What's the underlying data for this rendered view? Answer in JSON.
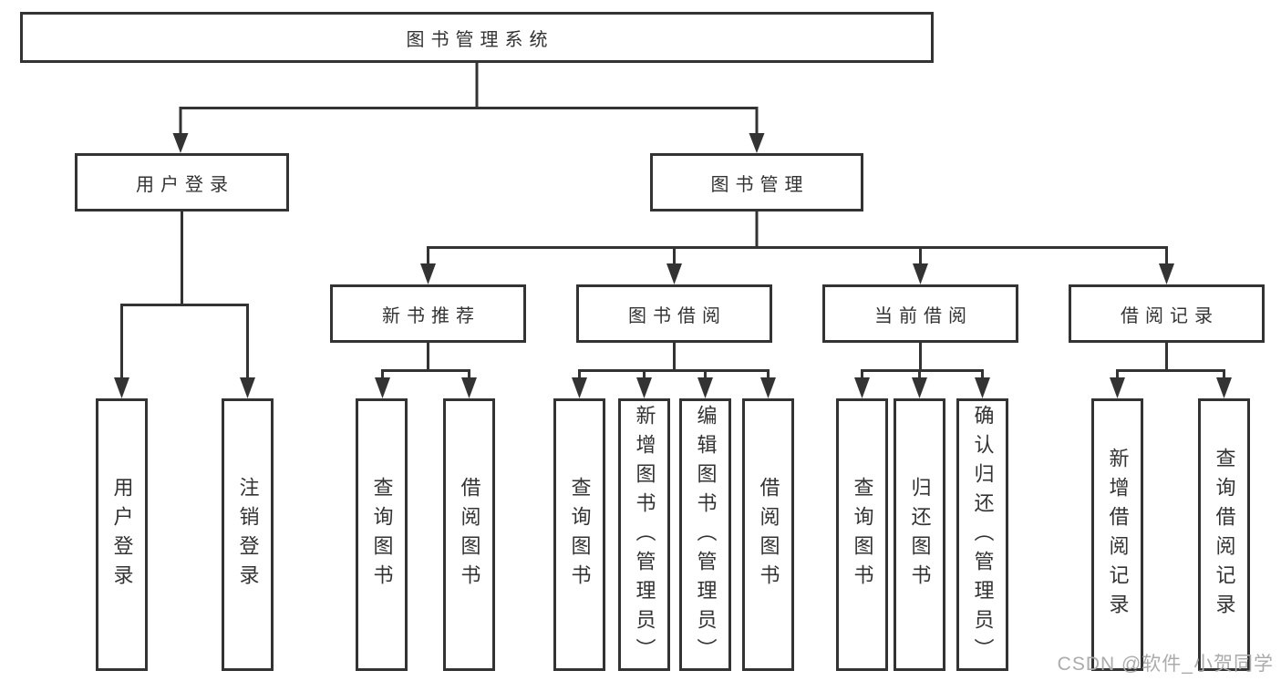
{
  "diagram": {
    "root": "图书管理系统",
    "level2": {
      "user_login": "用户登录",
      "book_mgmt": "图书管理"
    },
    "level3": {
      "new_books": "新书推荐",
      "book_borrow": "图书借阅",
      "current_borrow": "当前借阅",
      "borrow_records": "借阅记录"
    },
    "leaves": {
      "user_login": [
        "用户登录",
        "注销登录"
      ],
      "new_books": [
        "查询图书",
        "借阅图书"
      ],
      "book_borrow": [
        "查询图书",
        "新增图书（管理员）",
        "编辑图书（管理员）",
        "借阅图书"
      ],
      "current_borrow": [
        "查询图书",
        "归还图书",
        "确认归还（管理员）"
      ],
      "borrow_records": [
        "新增借阅记录",
        "查询借阅记录"
      ]
    }
  },
  "watermark": {
    "text": "CSDN @软件_小贺同学"
  },
  "colors": {
    "line": "#333333",
    "watermark": "#ababab",
    "background": "#ffffff"
  }
}
